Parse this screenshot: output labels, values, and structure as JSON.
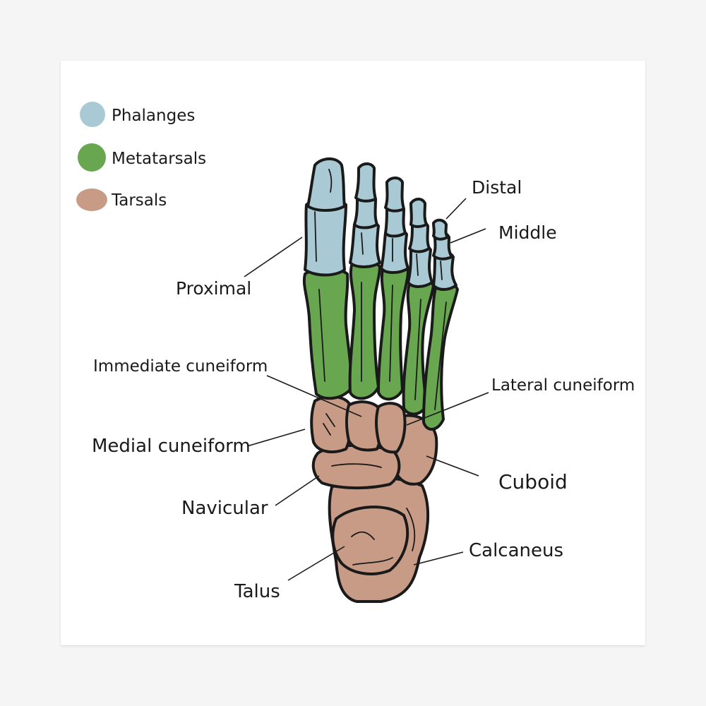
{
  "colors": {
    "phalanges": "#a9cad4",
    "metatarsals": "#69a650",
    "tarsals": "#c89b86",
    "outline": "#1a1a1a",
    "background": "#f5f5f5",
    "poster": "#ffffff"
  },
  "legend": [
    {
      "label": "Phalanges",
      "color": "#a9cad4"
    },
    {
      "label": "Metatarsals",
      "color": "#69a650"
    },
    {
      "label": "Tarsals",
      "color": "#c89b86"
    }
  ],
  "labels": {
    "distal": "Distal",
    "middle": "Middle",
    "proximal": "Proximal",
    "immediate_cuneiform": "Immediate cuneiform",
    "lateral_cuneiform": "Lateral cuneiform",
    "medial_cuneiform": "Medial cuneiform",
    "cuboid": "Cuboid",
    "navicular": "Navicular",
    "calcaneus": "Calcaneus",
    "talus": "Talus"
  }
}
